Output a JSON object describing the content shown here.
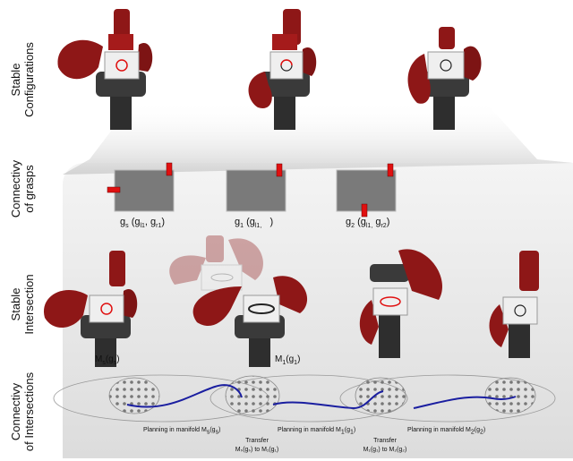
{
  "row_labels": {
    "stable_configurations": [
      "Stable",
      "Configurations"
    ],
    "connectivity_of_grasps": [
      "Connectivy",
      "of grasps"
    ],
    "stable_intersection": [
      "Stable",
      "Intersection"
    ],
    "connectivity_of_intersections": [
      "Connectivy",
      "of Intersections"
    ]
  },
  "grasp_captions": [
    {
      "main": "g",
      "sub": "s",
      "args": "(g",
      "args_sub1": "l1",
      "mid": ", g",
      "args_sub2": "r1",
      "end": ")"
    },
    {
      "main": "g",
      "sub": "1",
      "args": "(g",
      "args_sub1": "l1,",
      "mid": "",
      "args_sub2": "",
      "end": ")"
    },
    {
      "main": "g",
      "sub": "2",
      "args": "(g",
      "args_sub1": "l1,",
      "mid": " g",
      "args_sub2": "r2",
      "end": ")"
    }
  ],
  "robot_labels": [
    {
      "main": "M",
      "sub": "s",
      "arg": "(g",
      "arg_sub": "s",
      "end": ")"
    },
    {
      "main": "M",
      "sub": "1",
      "arg": "(g",
      "arg_sub": "1",
      "end": ")"
    }
  ],
  "planning_labels": [
    {
      "text": "Planning in manifold M",
      "sub": "s",
      "arg": "(g",
      "arg_sub": "s",
      "end": ")"
    },
    {
      "text": "Planning in manifold M",
      "sub": "1",
      "arg": "(g",
      "arg_sub": "1",
      "end": ")"
    },
    {
      "text": "Planning in manifold M",
      "sub": "2",
      "arg": "(g",
      "arg_sub": "2",
      "end": ")"
    }
  ],
  "transfer_labels": [
    {
      "title": "Transfer",
      "line": "Mₛ(gₛ) to M₁(g₁)"
    },
    {
      "title": "Transfer",
      "line": "M₁(g₁) to M₂(g₂)"
    }
  ],
  "colors": {
    "robot_red": "#8e1717",
    "robot_dark": "#3a3a3a",
    "grasp_marker": "#e01010",
    "trajectory": "#1a1ea0",
    "card": "#7a7a7a"
  }
}
